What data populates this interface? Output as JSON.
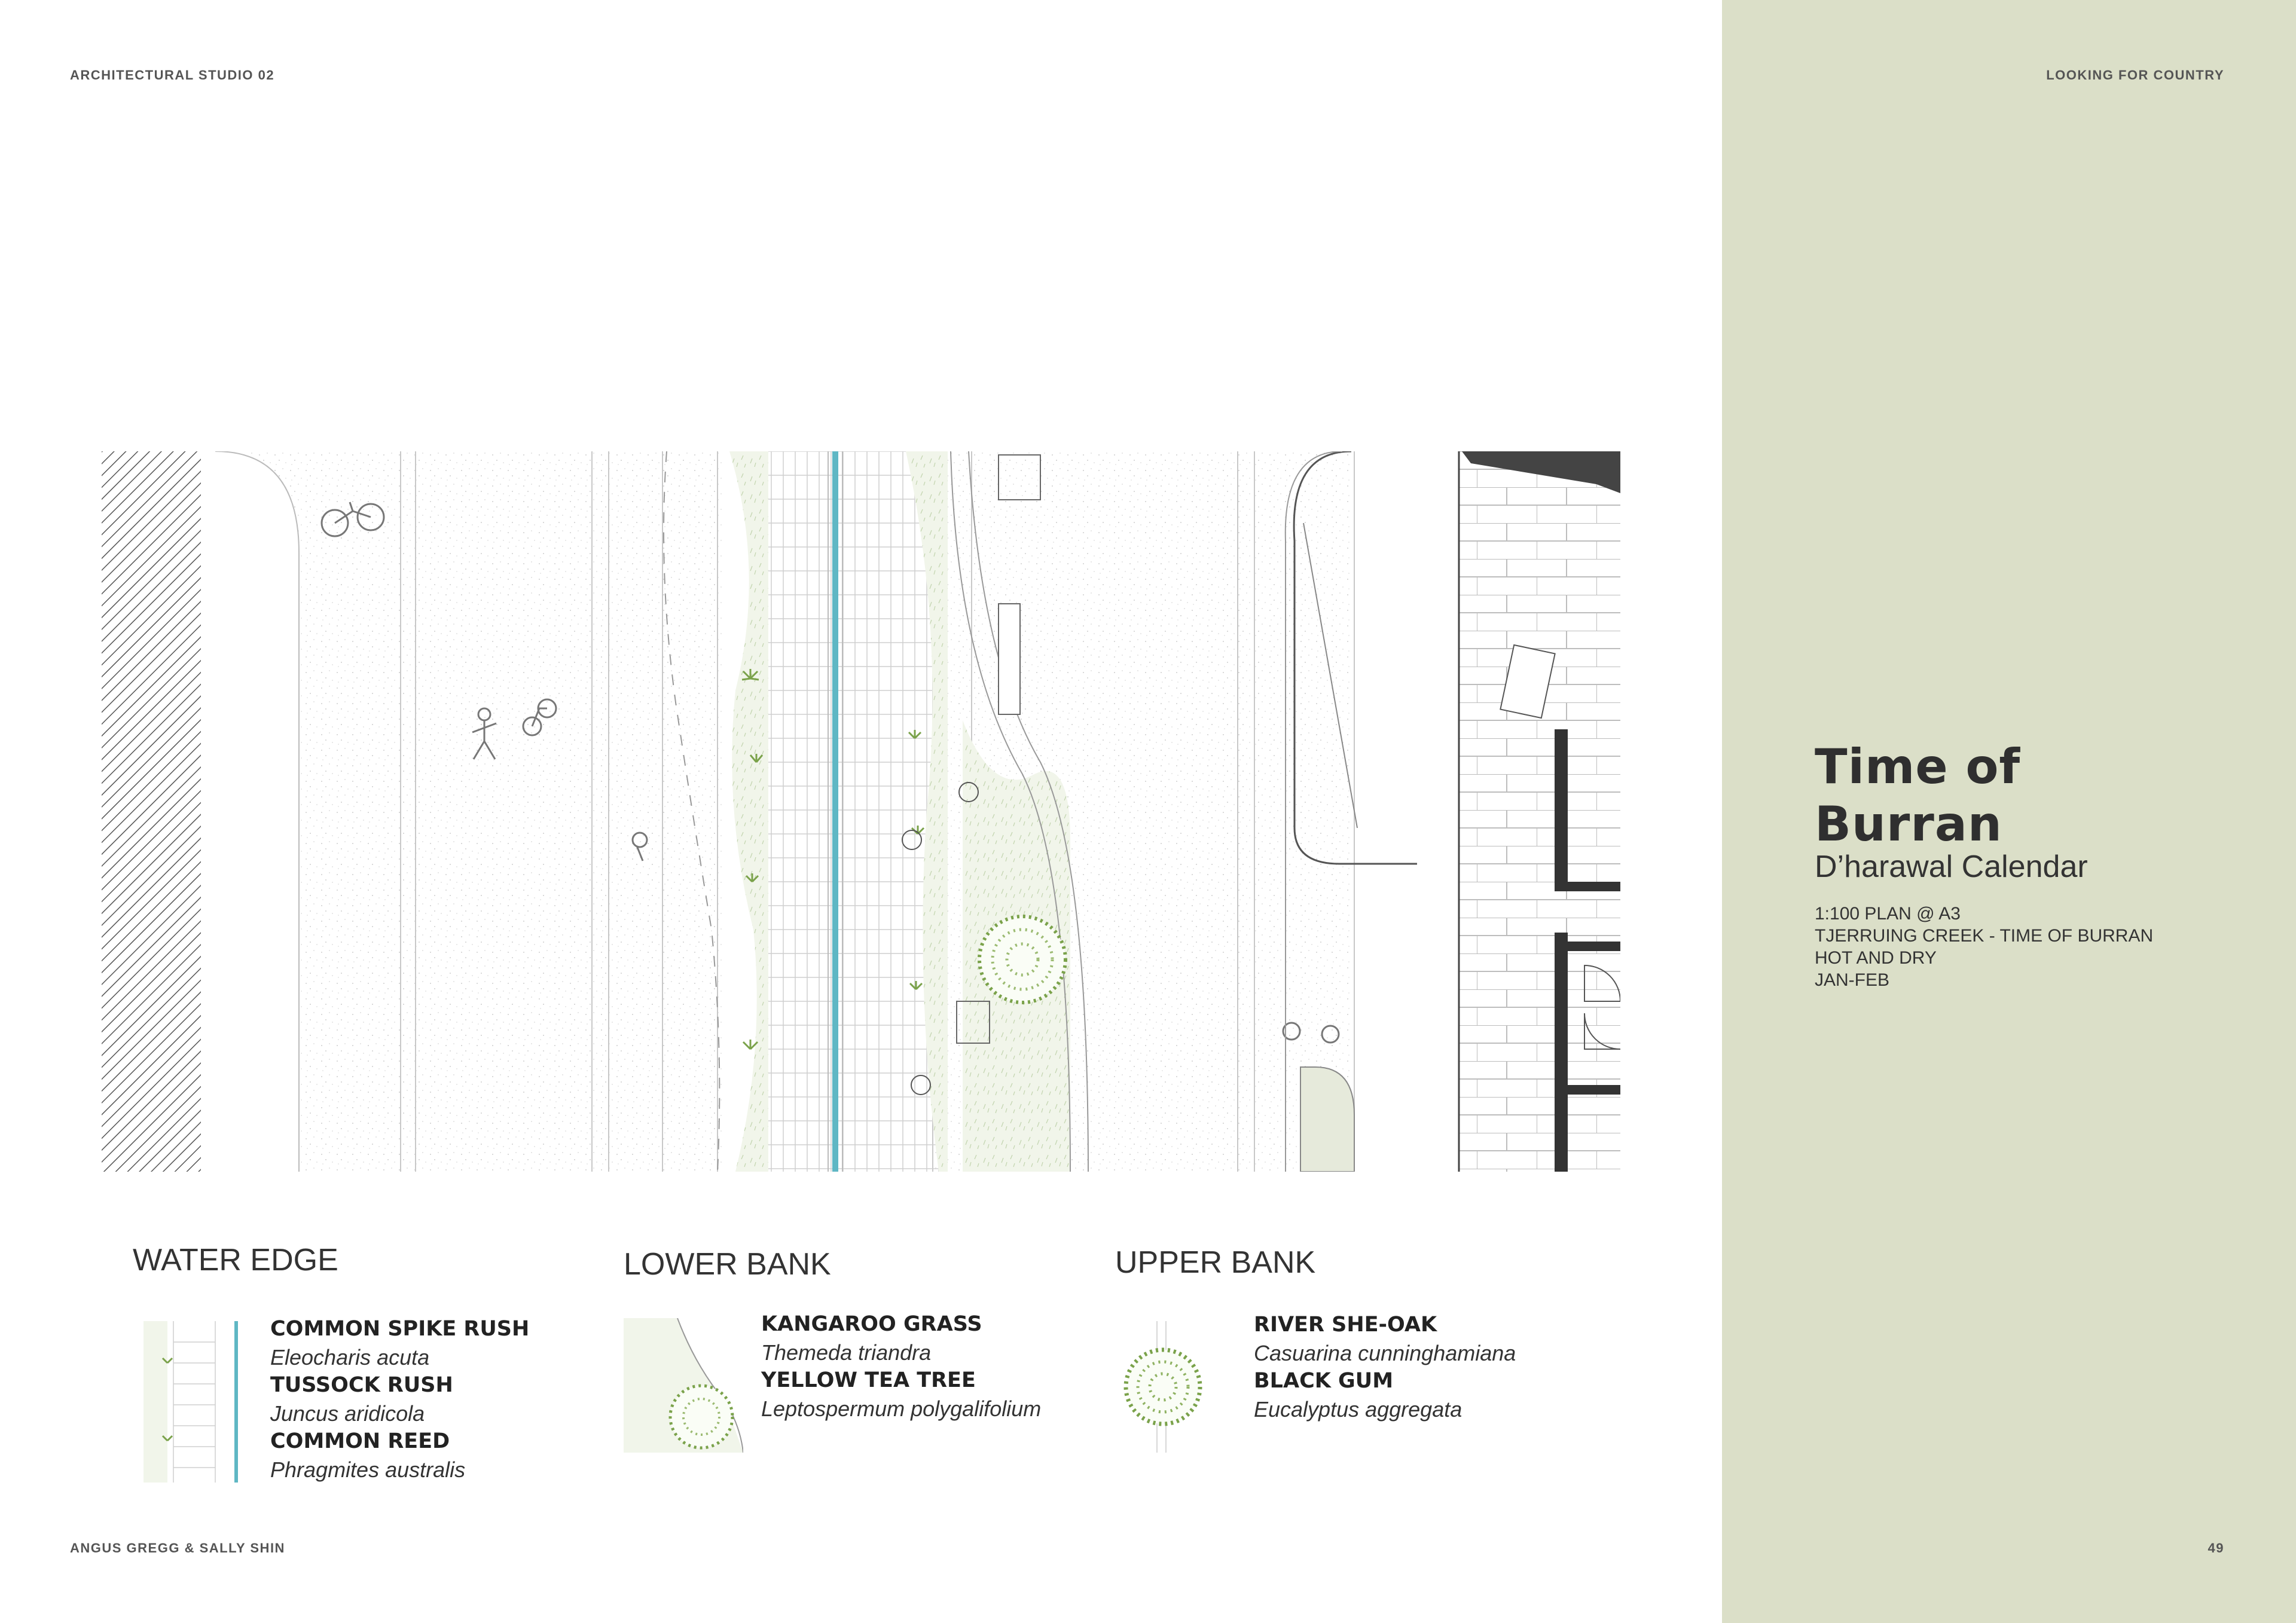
{
  "header": {
    "left": "ARCHITECTURAL STUDIO 02",
    "right": "LOOKING FOR COUNTRY"
  },
  "footer": {
    "left": "ANGUS GREGG & SALLY SHIN",
    "page": "49"
  },
  "sidebar": {
    "title_line1": "Time of",
    "title_line2": "Burran",
    "subtitle": "D’harawal Calendar",
    "meta": [
      "1:100 PLAN @ A3",
      "TJERRUING CREEK - TIME OF BURRAN",
      "HOT AND DRY",
      "JAN-FEB"
    ]
  },
  "legend": [
    {
      "heading": "WATER EDGE",
      "items": [
        {
          "common": "COMMON SPIKE RUSH",
          "latin": "Eleocharis acuta"
        },
        {
          "common": "TUSSOCK RUSH",
          "latin": "Juncus aridicola"
        },
        {
          "common": "COMMON REED",
          "latin": "Phragmites australis"
        }
      ]
    },
    {
      "heading": "LOWER BANK",
      "items": [
        {
          "common": "KANGAROO GRASS",
          "latin": "Themeda triandra"
        },
        {
          "common": "YELLOW TEA TREE",
          "latin": "Leptospermum polygalifolium"
        }
      ]
    },
    {
      "heading": "UPPER BANK",
      "items": [
        {
          "common": "RIVER SHE-OAK",
          "latin": "Casuarina cunninghamiana"
        },
        {
          "common": "BLACK GUM",
          "latin": "Eucalyptus aggregata"
        }
      ]
    }
  ],
  "colors": {
    "sidebar_bg": "#dbdfc8",
    "water_line": "#5fb7c4",
    "vegetation": "#7aa24a",
    "wall": "#333333"
  }
}
